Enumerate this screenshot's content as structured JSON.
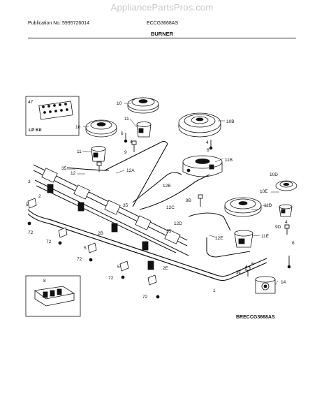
{
  "watermark": "AppliancePartsPros.com",
  "header": {
    "publication": "Publication No: 5995726014",
    "model": "ECCG3668AS",
    "title": "BURNER"
  },
  "lp_kit_label": "LP Kit",
  "footer_code": "BRECCG3668AS",
  "callouts": {
    "c47": "47",
    "c10a": "10",
    "c10b": "10",
    "c10B": "10B",
    "c11a": "11",
    "c11b": "11",
    "c6": "6",
    "c4": "4",
    "c9": "9",
    "c35a": "35",
    "c12": "12",
    "c12A": "12A",
    "c3": "3",
    "c2a": "2",
    "c11B": "11B",
    "c12B": "12B",
    "c9B": "9B",
    "c12C": "12C",
    "c5a": "5",
    "c72a": "72",
    "c35b": "35",
    "c12D": "12D",
    "c10D": "10D",
    "c10E": "10E",
    "c11D": "11D",
    "c9D": "9D",
    "c11E": "11E",
    "c12E": "12E",
    "c35c": "35",
    "c2B": "2B",
    "c72b": "72",
    "c5b": "5",
    "c72c": "72",
    "c2E": "2E",
    "c5c": "5",
    "c72d": "72",
    "c9E": "9E",
    "c1": "1",
    "c14": "14",
    "c8": "8",
    "c72e": "72",
    "c4b": "4",
    "c4c": "4",
    "c4d": "4",
    "c6b": "6",
    "c6c": "6",
    "c6d": "6"
  }
}
